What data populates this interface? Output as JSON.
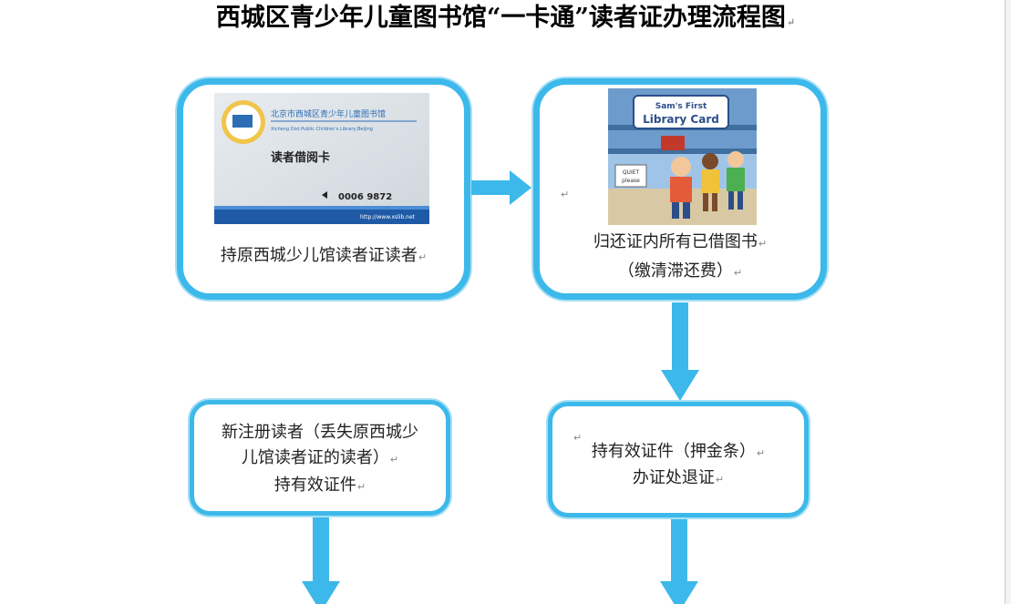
{
  "title": "西城区青少年儿童图书馆“一卡通”读者证办理流程图",
  "colors": {
    "box_border": "#3cb9ea",
    "arrow": "#3cb9ea"
  },
  "card_image": {
    "lib_name_cn": "北京市西城区青少年儿童图书馆",
    "lib_name_en": "Xicheng Dist.Public Children's Library,Beijing",
    "card_title": "读者借阅卡",
    "card_number": "0006 9872",
    "url": "http://www.xslib.net"
  },
  "book_image": {
    "title_line1": "Sam's First",
    "title_line2": "Library Card",
    "sign_line1": "QUIET",
    "sign_line2": "please"
  },
  "steps": [
    {
      "lines": [
        "持原西城少儿馆读者证读者"
      ]
    },
    {
      "lines": [
        "归还证内所有已借图书",
        "（缴清滞还费）"
      ]
    },
    {
      "lines": [
        "新注册读者（丢失原西城少",
        "儿馆读者证的读者）",
        "持有效证件"
      ]
    },
    {
      "lines": [
        "持有效证件（押金条）",
        "办证处退证"
      ]
    }
  ],
  "para_mark": "↵"
}
